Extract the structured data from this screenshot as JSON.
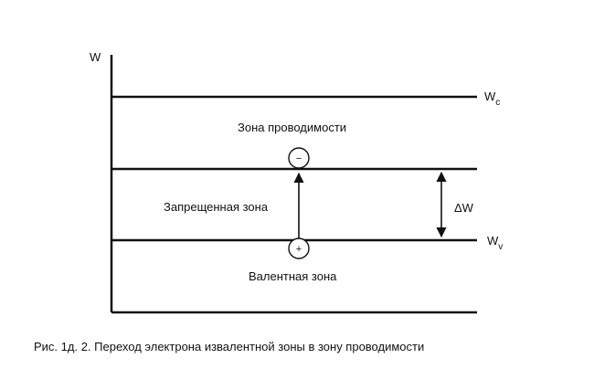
{
  "axis": {
    "label": "W"
  },
  "levels": {
    "wc": {
      "label": "W",
      "subscript": "c"
    },
    "wv": {
      "label": "W",
      "subscript": "v"
    }
  },
  "zones": {
    "conduction": "Зона проводимости",
    "forbidden": "Запрещенная зона",
    "valence": "Валентная зона"
  },
  "gap_label": "ΔW",
  "electron_symbol": "−",
  "hole_symbol": "+",
  "caption": "Рис. 1д. 2. Переход электрона извалентной зоны в зону проводимости"
}
